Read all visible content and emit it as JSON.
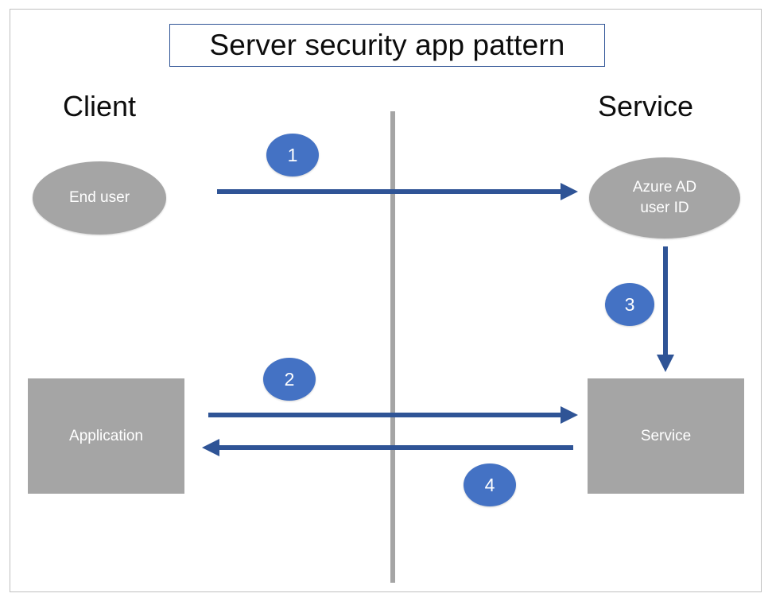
{
  "diagram": {
    "title": "Server security app pattern",
    "columns": {
      "left_heading": "Client",
      "right_heading": "Service"
    },
    "nodes": [
      {
        "id": "end-user",
        "label": "End user",
        "shape": "ellipse",
        "side": "client"
      },
      {
        "id": "azure-ad-user-id",
        "label_line1": "Azure AD",
        "label_line2": "user ID",
        "shape": "ellipse",
        "side": "service"
      },
      {
        "id": "application",
        "label": "Application",
        "shape": "rectangle",
        "side": "client"
      },
      {
        "id": "service",
        "label": "Service",
        "shape": "rectangle",
        "side": "service"
      }
    ],
    "steps": [
      {
        "number": "1",
        "direction": "client-to-service",
        "from": "end-user",
        "to": "azure-ad-user-id"
      },
      {
        "number": "2",
        "direction": "client-to-service",
        "from": "application",
        "to": "service"
      },
      {
        "number": "3",
        "direction": "downward",
        "from": "azure-ad-user-id",
        "to": "service"
      },
      {
        "number": "4",
        "direction": "service-to-client",
        "from": "service",
        "to": "application"
      }
    ],
    "colors": {
      "badge_blue": "#4472C4",
      "arrow_blue": "#2F5496",
      "node_gray": "#A5A5A5",
      "divider_gray": "#A5A5A5",
      "title_border": "#2F5496",
      "frame_gray": "#BFBFBF",
      "text_dark": "#0D0D0D",
      "text_light": "#FFFFFF"
    }
  }
}
